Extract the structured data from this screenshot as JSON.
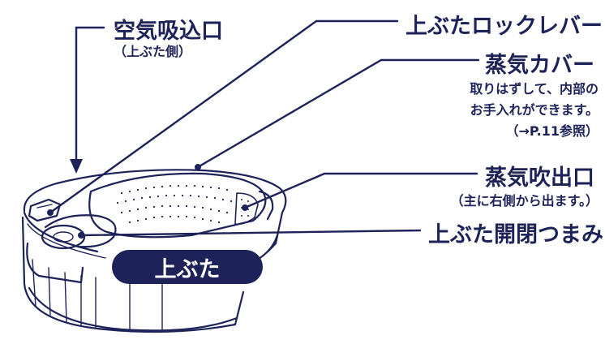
{
  "labels": {
    "air_intake": {
      "title": "空気吸込口",
      "sub": "（上ぶた側）"
    },
    "lid_lock_lever": {
      "title": "上ぶたロックレバー"
    },
    "steam_cover": {
      "title": "蒸気カバー",
      "note_line1": "取りはずして、内部の",
      "note_line2": "お手入れができます。",
      "note_line3": "（→P.11参照）"
    },
    "steam_outlet": {
      "title": "蒸気吹出口",
      "sub": "（主に右側から出ます。）"
    },
    "lid_knob": {
      "title": "上ぶた開閉つまみ"
    },
    "lid_badge": "上ぶた"
  },
  "colors": {
    "ink": "#1d2258",
    "background": "#ffffff",
    "badge_text": "#ffffff"
  }
}
